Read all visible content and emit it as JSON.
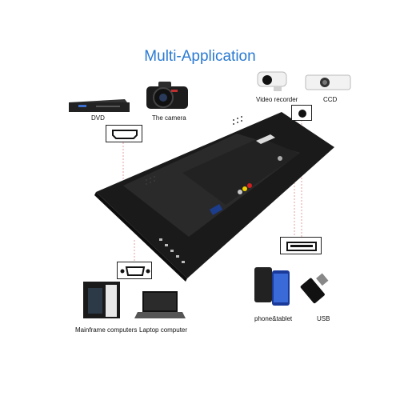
{
  "title": "Multi-Application",
  "devices": {
    "dvd": "DVD",
    "camera": "The camera",
    "video_recorder": "Video recorder",
    "ccd": "CCD",
    "mainframe": "Mainframe computers",
    "laptop": "Laptop computer",
    "phone": "phone&tablet",
    "usb": "USB"
  },
  "colors": {
    "title": "#2a7ad2",
    "connector_line": "#dd8888",
    "monitor_body": "#1c1c1c"
  },
  "icons": [
    "hdmi-port-icon",
    "ccd-port-icon",
    "vga-port-icon",
    "usb-port-icon"
  ]
}
